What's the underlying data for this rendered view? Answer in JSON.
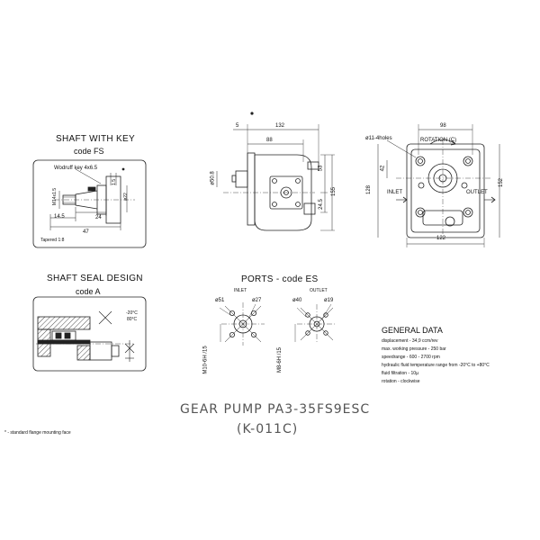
{
  "shaft_key": {
    "title": "SHAFT WITH KEY",
    "code": "code FS",
    "key_label": "Wodruff key 4x6.5",
    "dim_1_5": "1.5",
    "dim_m14": "M14x1.5",
    "dim_phi22": "ø22",
    "dim_14_5": "14.5",
    "dim_24": "24",
    "dim_47": "47",
    "taper": "Tapered 1:8"
  },
  "seal": {
    "title": "SHAFT SEAL DESIGN",
    "code": "code A",
    "temp_top": "-20°C",
    "temp_bottom": "80°C"
  },
  "side_view": {
    "dim_5": "5",
    "dim_132": "132",
    "dim_88": "88",
    "dim_phi50_8": "ø50.8",
    "dim_53": "53",
    "dim_24_5": "24.5",
    "dim_155": "155"
  },
  "front_view": {
    "dim_98": "98",
    "holes": "ø11-4holes",
    "rotation": "ROTATION (C)",
    "dim_42": "42",
    "dim_128": "128",
    "inlet": "INLET",
    "outlet": "OUTLET",
    "dim_152": "152",
    "dim_122": "122"
  },
  "ports": {
    "title": "PORTS - code ES",
    "inlet_label": "INLET",
    "outlet_label": "OUTLET",
    "inlet_d1": "ø51",
    "inlet_d2": "ø27",
    "outlet_d1": "ø40",
    "outlet_d2": "ø19",
    "inlet_thread": "M10-6H /15",
    "outlet_thread": "M8-6H /15"
  },
  "general": {
    "title": "GENERAL DATA",
    "lines": [
      "displacement - 34,9 ccm/rev",
      "max. working pressure - 250 bar",
      "speedrange - 600 - 2700 rpm",
      "hydraulic fluid temperature range from -20°C to +80°C",
      "fluid filtration - 10µ",
      "rotation - clockwise"
    ]
  },
  "footnote": "* - standard flange mounting face",
  "product": {
    "name": "GEAR PUMP PA3-35FS9ESC",
    "code": "(K-011C)"
  }
}
